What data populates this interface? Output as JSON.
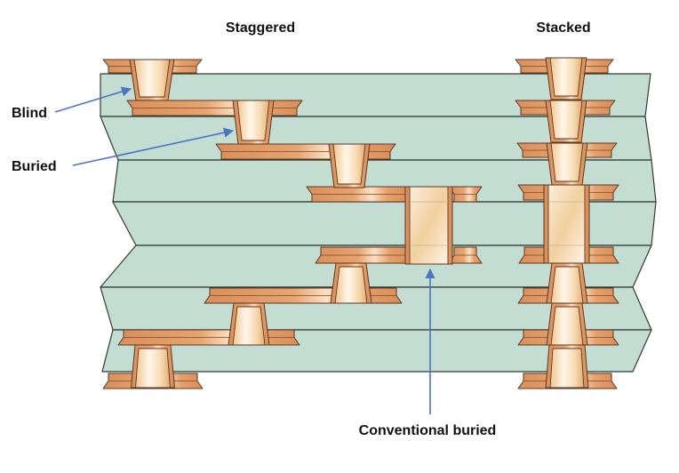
{
  "labels": {
    "staggered": "Staggered",
    "stacked": "Stacked",
    "blind": "Blind",
    "buried": "Buried",
    "conventional_buried": "Conventional buried"
  },
  "diagram": {
    "subject": "PCB microvia configurations",
    "columns": [
      "Staggered",
      "Stacked"
    ],
    "dielectric_layers": 7,
    "annotations": [
      {
        "label": "Blind",
        "points_to": "top blind microvia (staggered)"
      },
      {
        "label": "Buried",
        "points_to": "second-layer buried microvia (staggered)"
      },
      {
        "label": "Conventional buried",
        "points_to": "core buried via (staggered)"
      }
    ]
  },
  "colors": {
    "dielectric": "#c4ddd3",
    "dielectric_edge": "#2f3b36",
    "copper": "#e09b67",
    "via_fill": "#fbe9cf",
    "arrow": "#4a74c4",
    "text": "#111111",
    "background": "#ffffff"
  }
}
